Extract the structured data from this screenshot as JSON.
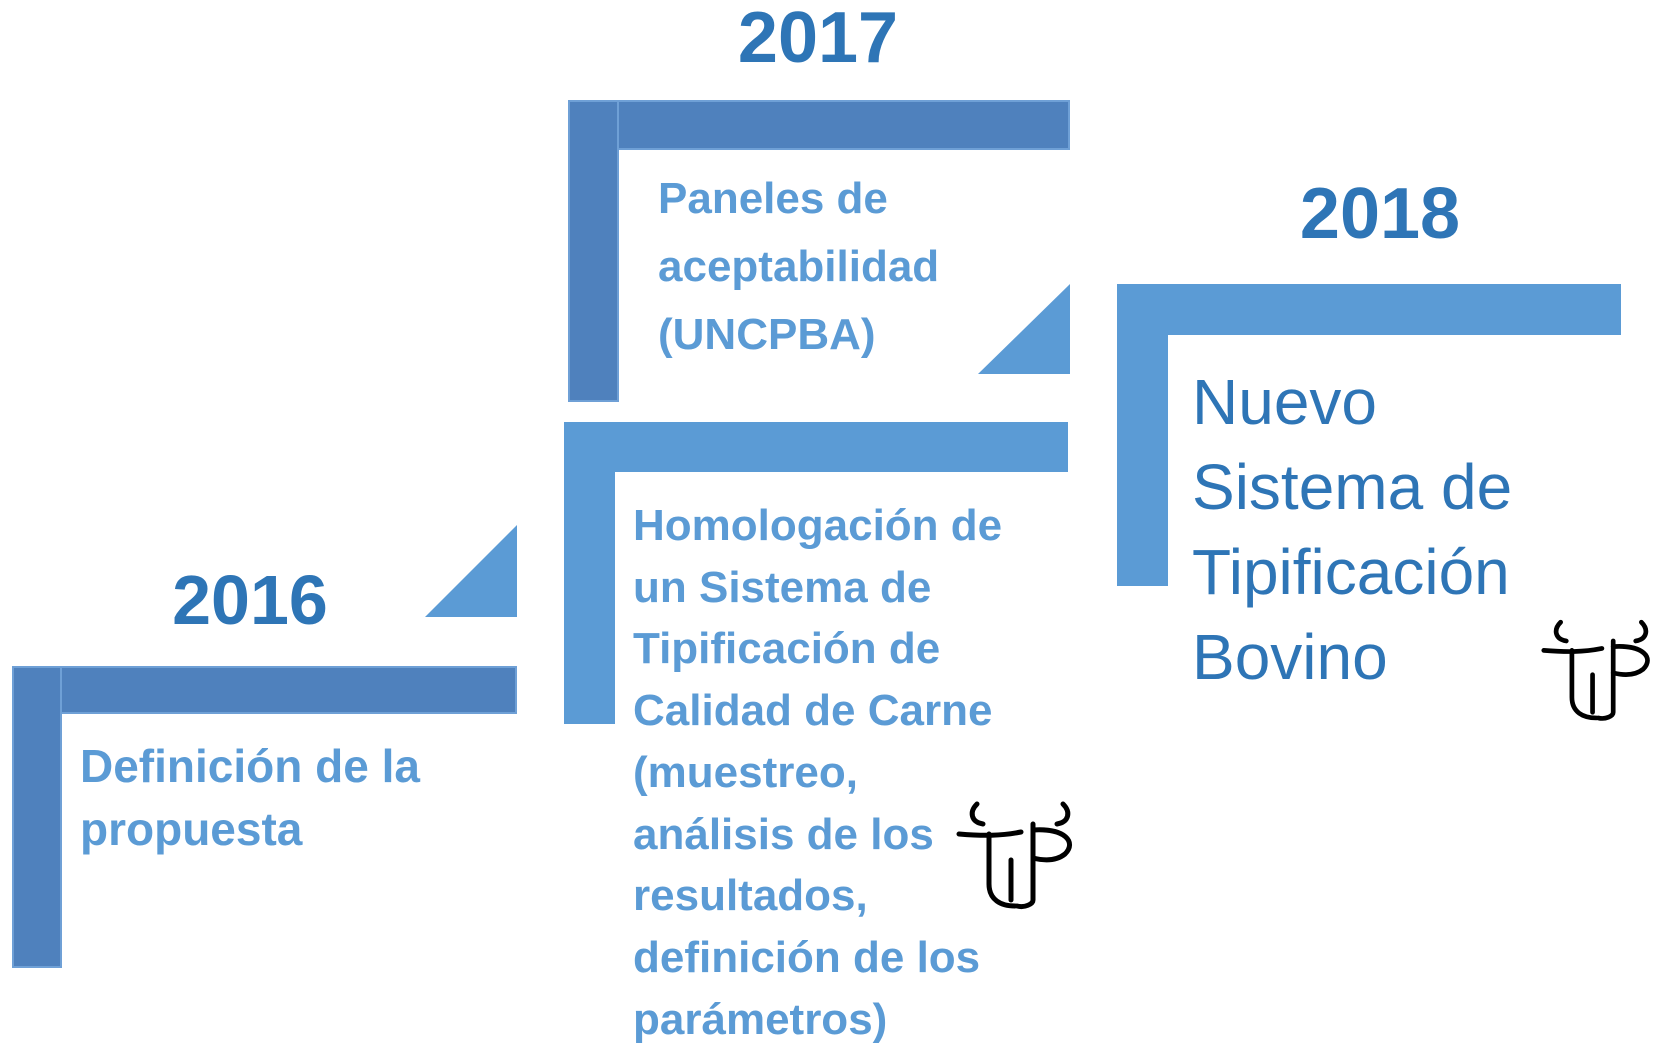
{
  "milestones": [
    {
      "year": "2016",
      "lines": [
        "Definición  de la",
        "propuesta"
      ]
    },
    {
      "year": "2017",
      "lines": [
        "Paneles de",
        "aceptabilidad",
        "(UNCPBA)"
      ]
    },
    {
      "year": "",
      "lines": [
        "Homologación de",
        "un Sistema de",
        "Tipificación de",
        "Calidad de Carne",
        "(muestreo,",
        "análisis de los",
        "resultados,",
        "definición de los",
        "parámetros)"
      ]
    },
    {
      "year": "2018",
      "lines": [
        "Nuevo",
        "Sistema de",
        "Tipificación",
        "Bovino"
      ]
    }
  ],
  "logo": {
    "icon": "tip-bull-logo",
    "wordmark": "TIP"
  },
  "colors": {
    "year_text": "#2e75b6",
    "bar_dark": "#4f81bd",
    "bar_light": "#5b9bd5",
    "label_light": "#5b9bd5",
    "label_dark": "#2e75b6",
    "logo": "#000000"
  }
}
